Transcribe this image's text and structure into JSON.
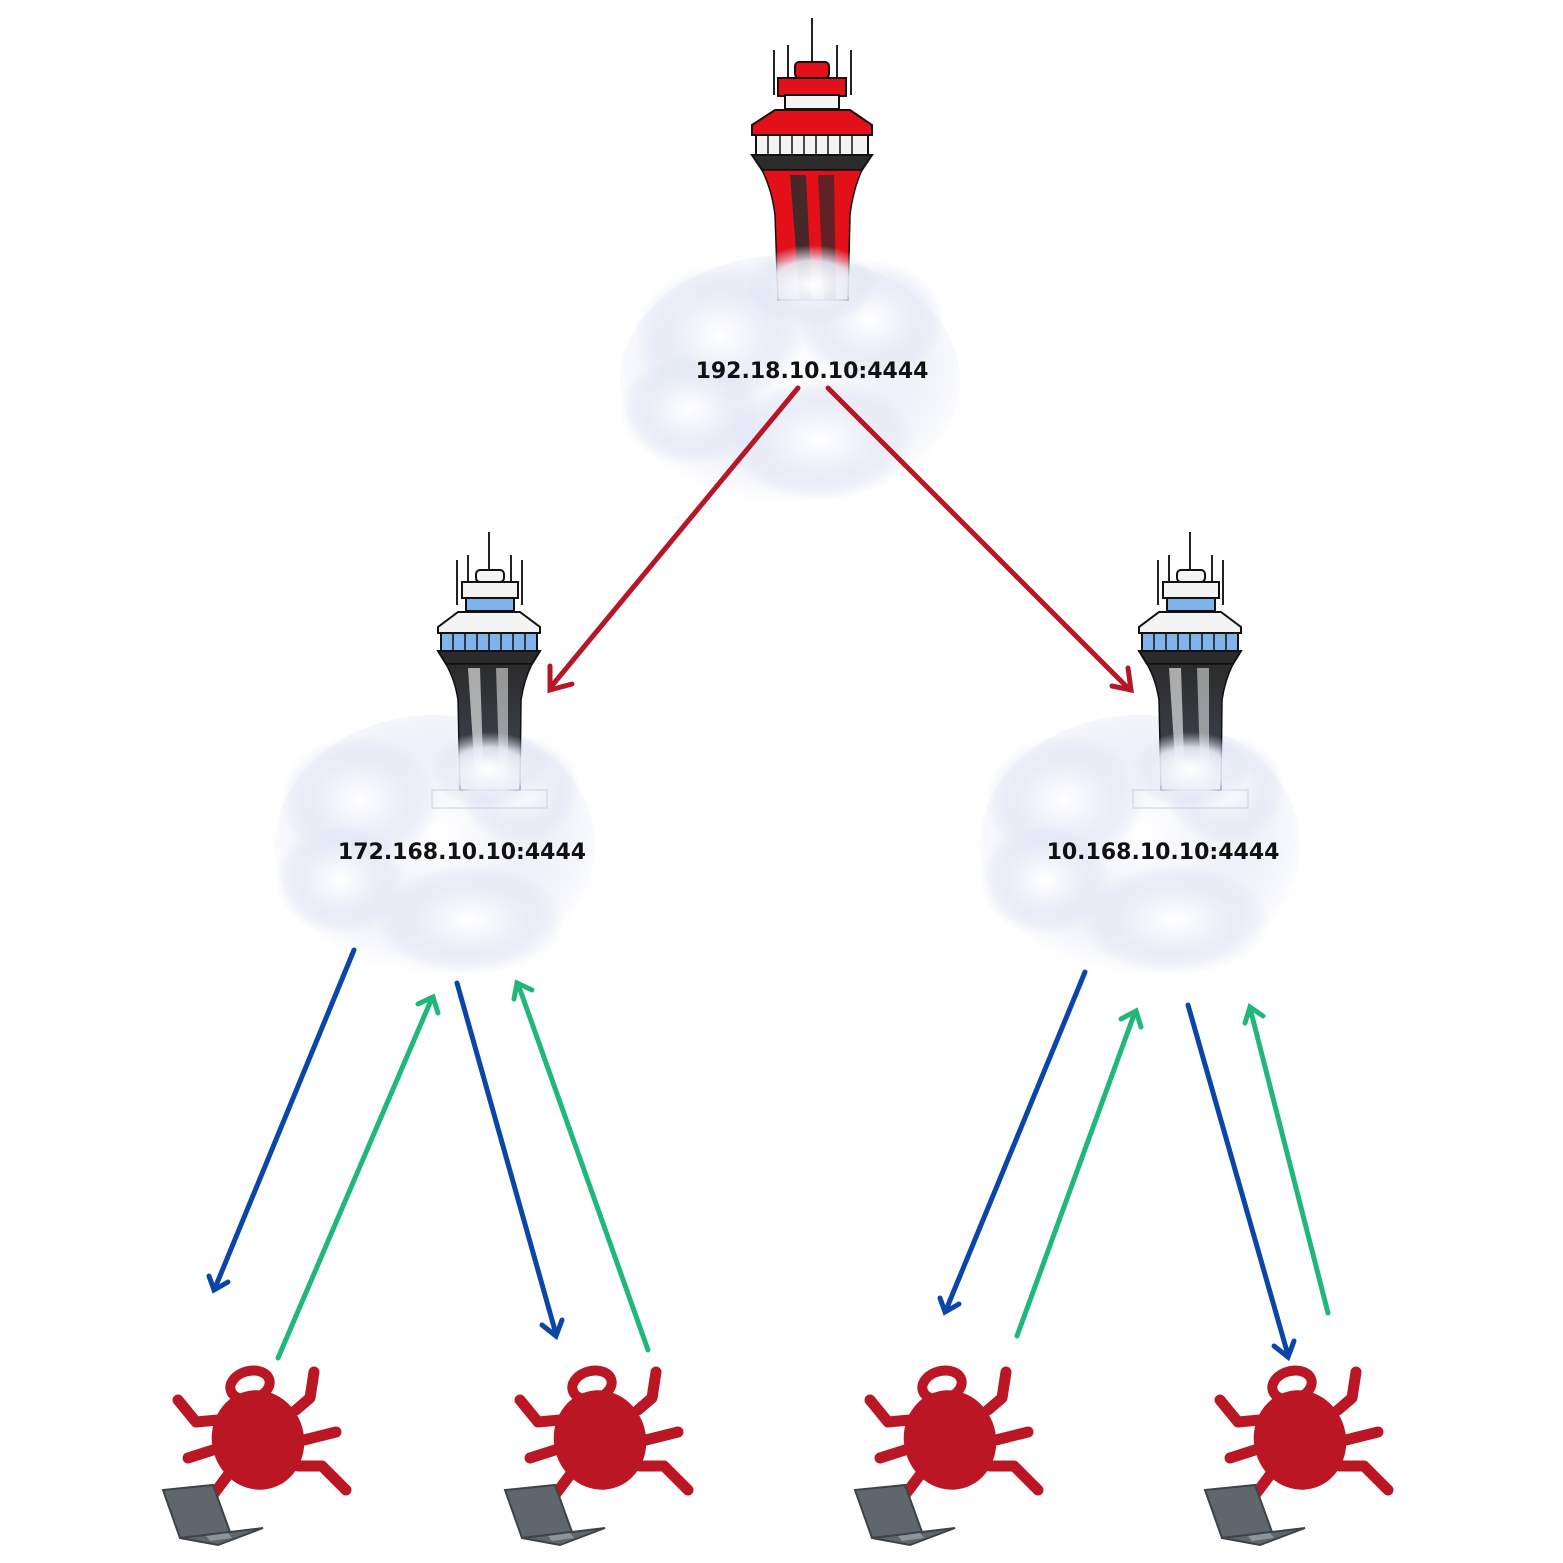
{
  "colors": {
    "background": "#ffffff",
    "primary_tower": "#e3101a",
    "relay_tower": "#2b2b2b",
    "tower_windows": "#7fb3ea",
    "upstream_arrow": "#b51628",
    "downstream_arrow": "#0a45a8",
    "return_arrow": "#1fb87a",
    "implant_bug": "#bb1624",
    "laptop": "#5f676d",
    "cloud": "#e4e8f5"
  },
  "nodes": {
    "primary": {
      "label": "192.18.10.10:4444",
      "icon": "control-tower-red-icon"
    },
    "relay_left": {
      "label": "172.168.10.10:4444",
      "icon": "control-tower-icon"
    },
    "relay_right": {
      "label": "10.168.10.10:4444",
      "icon": "control-tower-icon"
    }
  },
  "implants": [
    {
      "icon": "bug-laptop-icon",
      "parent": "relay_left"
    },
    {
      "icon": "bug-laptop-icon",
      "parent": "relay_left"
    },
    {
      "icon": "bug-laptop-icon",
      "parent": "relay_right"
    },
    {
      "icon": "bug-laptop-icon",
      "parent": "relay_right"
    }
  ],
  "edges": [
    {
      "from": "primary",
      "to": "relay_left",
      "kind": "command"
    },
    {
      "from": "primary",
      "to": "relay_right",
      "kind": "command"
    },
    {
      "from": "relay_left",
      "to": "implant_1",
      "kind": "task"
    },
    {
      "from": "implant_1",
      "to": "relay_left",
      "kind": "callback"
    },
    {
      "from": "relay_left",
      "to": "implant_2",
      "kind": "task"
    },
    {
      "from": "implant_2",
      "to": "relay_left",
      "kind": "callback"
    },
    {
      "from": "relay_right",
      "to": "implant_3",
      "kind": "task"
    },
    {
      "from": "implant_3",
      "to": "relay_right",
      "kind": "callback"
    },
    {
      "from": "relay_right",
      "to": "implant_4",
      "kind": "task"
    },
    {
      "from": "implant_4",
      "to": "relay_right",
      "kind": "callback"
    }
  ]
}
